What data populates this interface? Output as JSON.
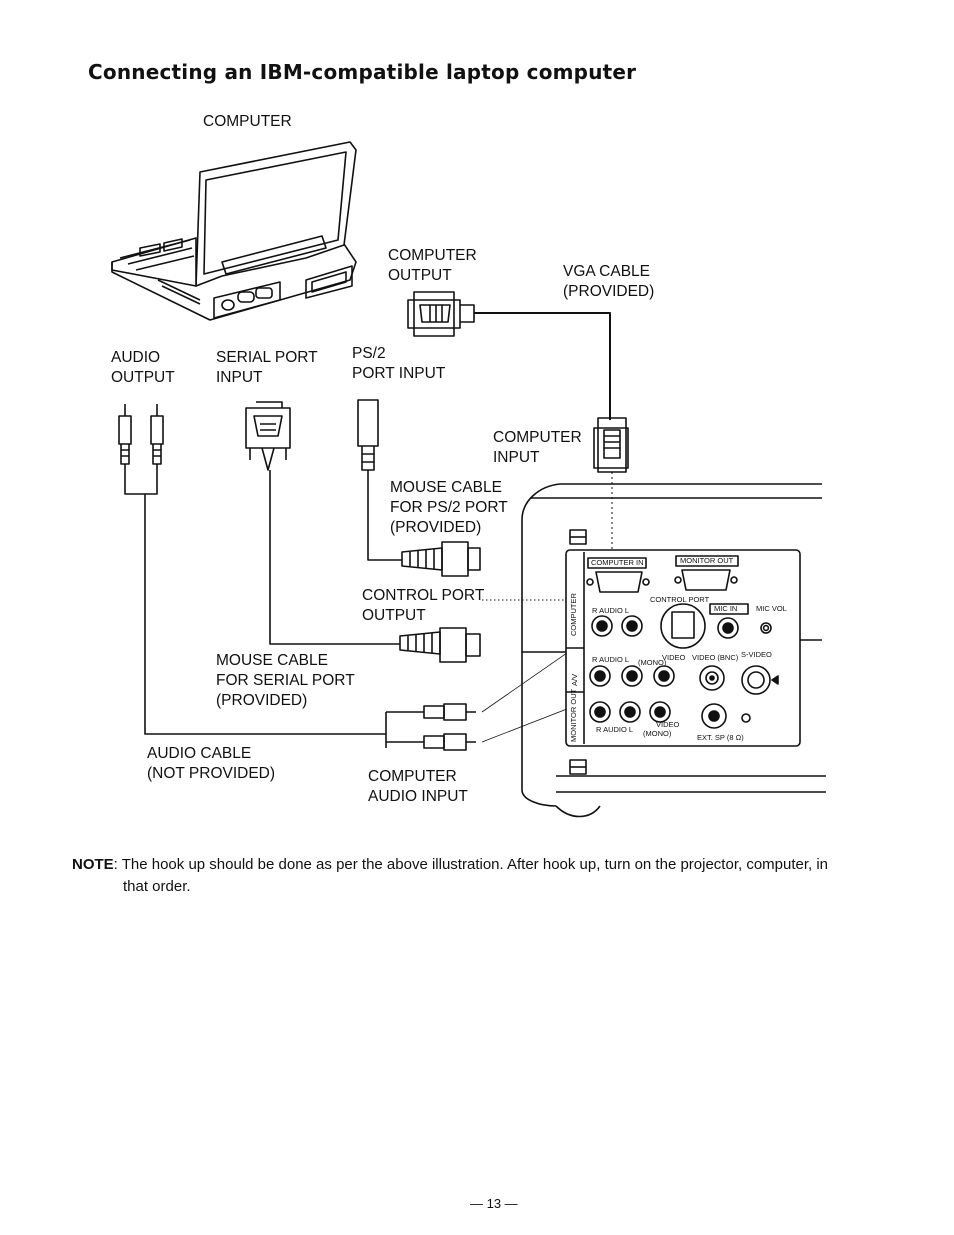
{
  "title": "Connecting an IBM-compatible laptop computer",
  "labels": {
    "computer": "COMPUTER",
    "computer_output": "COMPUTER\nOUTPUT",
    "vga_cable": "VGA CABLE\n(PROVIDED)",
    "audio_output": "AUDIO\nOUTPUT",
    "serial_port_input": "SERIAL PORT\nINPUT",
    "ps2_port_input": "PS/2\nPORT INPUT",
    "computer_input": "COMPUTER\nINPUT",
    "mouse_cable_ps2": "MOUSE CABLE\nFOR PS/2 PORT\n(PROVIDED)",
    "control_port_output": "CONTROL PORT\nOUTPUT",
    "mouse_cable_serial": "MOUSE CABLE\nFOR SERIAL PORT\n(PROVIDED)",
    "audio_cable": "AUDIO CABLE\n(NOT PROVIDED)",
    "computer_audio_input": "COMPUTER\nAUDIO INPUT"
  },
  "panel": {
    "computer_in": "COMPUTER IN",
    "monitor_out": "MONITOR OUT",
    "control_port": "CONTROL PORT",
    "mic_in": "MIC IN",
    "mic_vol": "MIC VOL",
    "audio_r_l_1": "R AUDIO L",
    "audio_r_l_2": "R AUDIO L",
    "mono_1": "(MONO)",
    "video": "VIDEO",
    "video_bnc": "VIDEO (BNC)",
    "s_video": "S-VIDEO",
    "audio_r_l_3": "R AUDIO L",
    "mono_2": "(MONO)",
    "video_2": "VIDEO",
    "ext_sp": "EXT. SP (8 Ω)",
    "side_computer": "COMPUTER",
    "side_av": "A/V",
    "side_monitor_out": "MONITOR OUT"
  },
  "note": {
    "prefix": "NOTE",
    "text": ": The hook up should be done as per the above illustration. After hook up, turn on the projector, computer, in",
    "continuation": "that order."
  },
  "page_number": "— 13 —"
}
